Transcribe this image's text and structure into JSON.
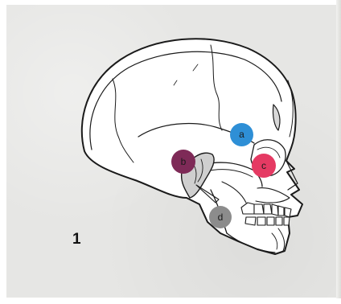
{
  "figure": {
    "number": "1",
    "markers": [
      {
        "label": "a",
        "color": "#2e8fd6"
      },
      {
        "label": "b",
        "color": "#7e2a57"
      },
      {
        "label": "c",
        "color": "#e53a63"
      },
      {
        "label": "d",
        "color": "#8c8c8c"
      }
    ]
  }
}
